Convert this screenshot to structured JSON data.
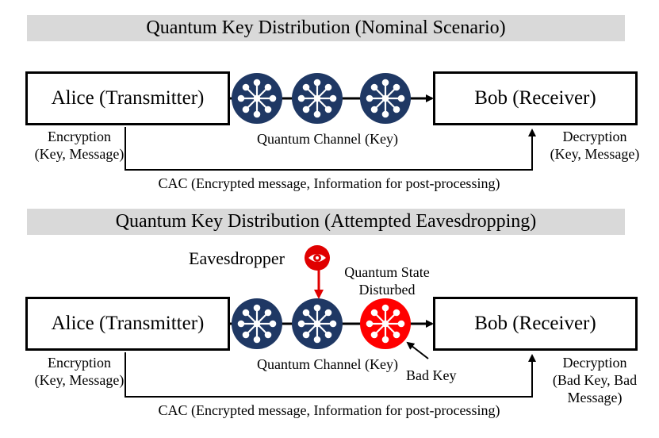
{
  "scenario_nominal": {
    "title": "Quantum Key Distribution (Nominal Scenario)",
    "transmitter": "Alice (Transmitter)",
    "receiver": "Bob (Receiver)",
    "channel_label": "Quantum Channel (Key)",
    "encryption_line1": "Encryption",
    "encryption_line2": "(Key, Message)",
    "decryption_line1": "Decryption",
    "decryption_line2": "(Key, Message)",
    "cac_label": "CAC (Encrypted message, Information for post-processing)"
  },
  "scenario_eavesdrop": {
    "title": "Quantum Key Distribution (Attempted Eavesdropping)",
    "transmitter": "Alice (Transmitter)",
    "receiver": "Bob (Receiver)",
    "channel_label": "Quantum Channel (Key)",
    "eavesdropper_label": "Eavesdropper",
    "disturbed_line1": "Quantum State",
    "disturbed_line2": "Disturbed",
    "bad_key_label": "Bad Key",
    "encryption_line1": "Encryption",
    "encryption_line2": "(Key, Message)",
    "decryption_line1": "Decryption",
    "decryption_line2": "(Bad Key, Bad",
    "decryption_line3": "Message)",
    "cac_label": "CAC (Encrypted message, Information for post-processing)"
  },
  "colors": {
    "node_normal": "#1f3864",
    "node_disturbed": "#ff0000",
    "eavesdrop_accent": "#e00000",
    "banner_bg": "#d9d9d9"
  },
  "icons": {
    "quantum_node": "network-hub-icon",
    "eavesdropper": "eye-icon"
  }
}
